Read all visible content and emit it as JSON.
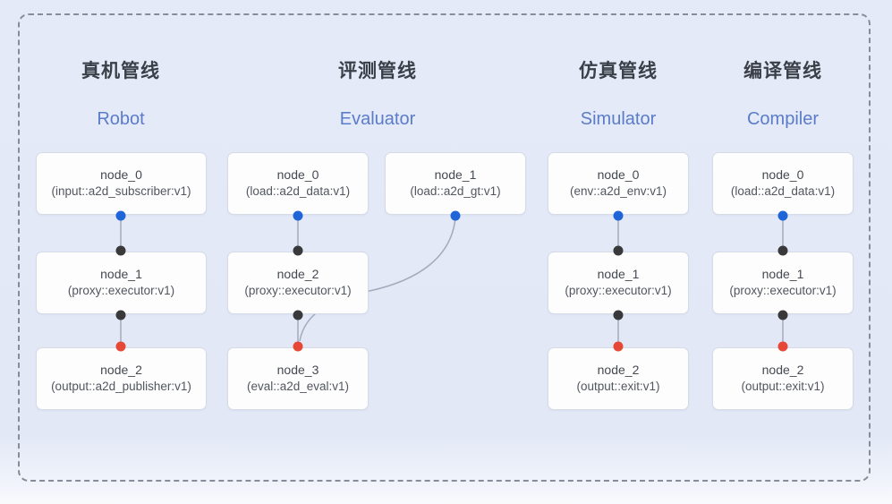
{
  "diagram": {
    "pipelines": [
      {
        "title_zh": "真机管线",
        "title_en": "Robot",
        "nodes": [
          {
            "title": "node_0",
            "subtitle": "(input::a2d_subscriber:v1)"
          },
          {
            "title": "node_1",
            "subtitle": "(proxy::executor:v1)"
          },
          {
            "title": "node_2",
            "subtitle": "(output::a2d_publisher:v1)"
          }
        ]
      },
      {
        "title_zh": "评测管线",
        "title_en": "Evaluator",
        "nodes": [
          {
            "title": "node_0",
            "subtitle": "(load::a2d_data:v1)"
          },
          {
            "title": "node_1",
            "subtitle": "(load::a2d_gt:v1)"
          },
          {
            "title": "node_2",
            "subtitle": "(proxy::executor:v1)"
          },
          {
            "title": "node_3",
            "subtitle": "(eval::a2d_eval:v1)"
          }
        ]
      },
      {
        "title_zh": "仿真管线",
        "title_en": "Simulator",
        "nodes": [
          {
            "title": "node_0",
            "subtitle": "(env::a2d_env:v1)"
          },
          {
            "title": "node_1",
            "subtitle": "(proxy::executor:v1)"
          },
          {
            "title": "node_2",
            "subtitle": "(output::exit:v1)"
          }
        ]
      },
      {
        "title_zh": "编译管线",
        "title_en": "Compiler",
        "nodes": [
          {
            "title": "node_0",
            "subtitle": "(load::a2d_data:v1)"
          },
          {
            "title": "node_1",
            "subtitle": "(proxy::executor:v1)"
          },
          {
            "title": "node_2",
            "subtitle": "(output::exit:v1)"
          }
        ]
      }
    ],
    "edges": [
      {
        "pipeline": "Robot",
        "from": "node_0",
        "to": "node_1"
      },
      {
        "pipeline": "Robot",
        "from": "node_1",
        "to": "node_2"
      },
      {
        "pipeline": "Evaluator",
        "from": "node_0",
        "to": "node_2"
      },
      {
        "pipeline": "Evaluator",
        "from": "node_1",
        "to": "node_3"
      },
      {
        "pipeline": "Evaluator",
        "from": "node_2",
        "to": "node_3"
      },
      {
        "pipeline": "Simulator",
        "from": "node_0",
        "to": "node_1"
      },
      {
        "pipeline": "Simulator",
        "from": "node_1",
        "to": "node_2"
      },
      {
        "pipeline": "Compiler",
        "from": "node_0",
        "to": "node_1"
      },
      {
        "pipeline": "Compiler",
        "from": "node_1",
        "to": "node_2"
      }
    ],
    "colors": {
      "background": "#e3e9f7",
      "frame_border": "#868d99",
      "node_background": "#fdfdfe",
      "node_border": "#d6dbe5",
      "title_zh": "#3a3f48",
      "title_en": "#5b7cc9",
      "port_source": "#2065d8",
      "port_mid": "#39393b",
      "port_sink": "#e54837",
      "edge": "#a2abbd"
    }
  }
}
